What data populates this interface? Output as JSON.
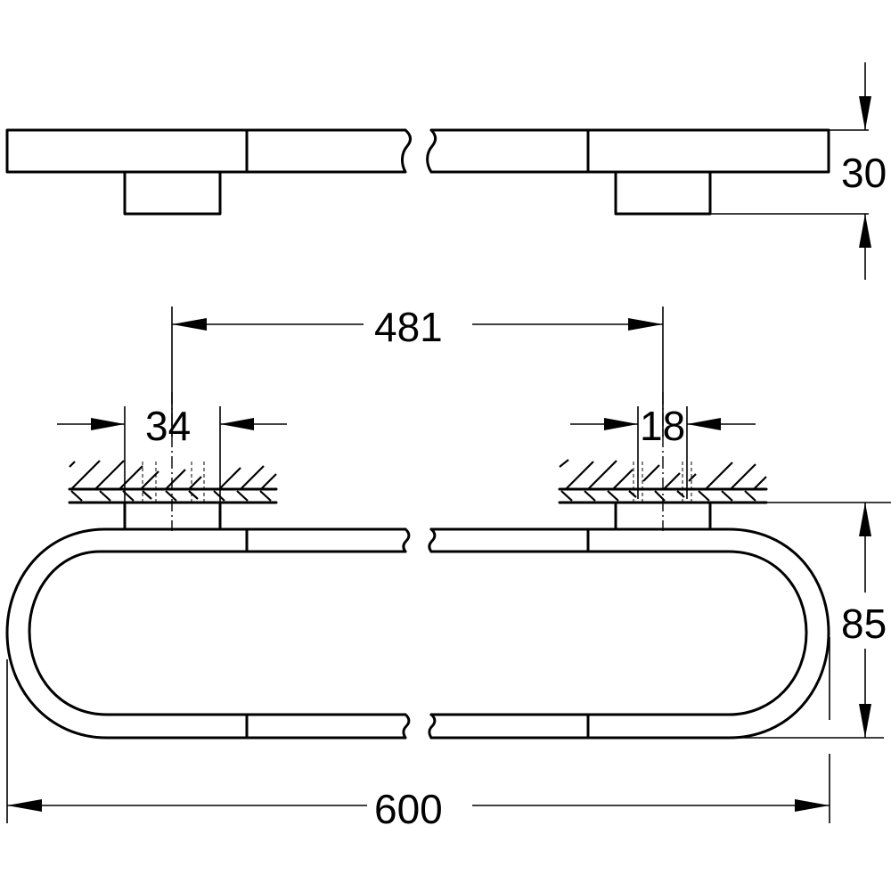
{
  "drawing": {
    "title": "Towel ring technical drawing",
    "views": [
      "top-view",
      "front-view"
    ],
    "units": "mm",
    "line_color": "#000000",
    "background": "#ffffff"
  },
  "dimensions": {
    "height_top_view": "30",
    "mount_center_distance": "481",
    "left_mount_width": "34",
    "right_mount_width": "18",
    "ring_depth": "85",
    "overall_length": "600"
  }
}
